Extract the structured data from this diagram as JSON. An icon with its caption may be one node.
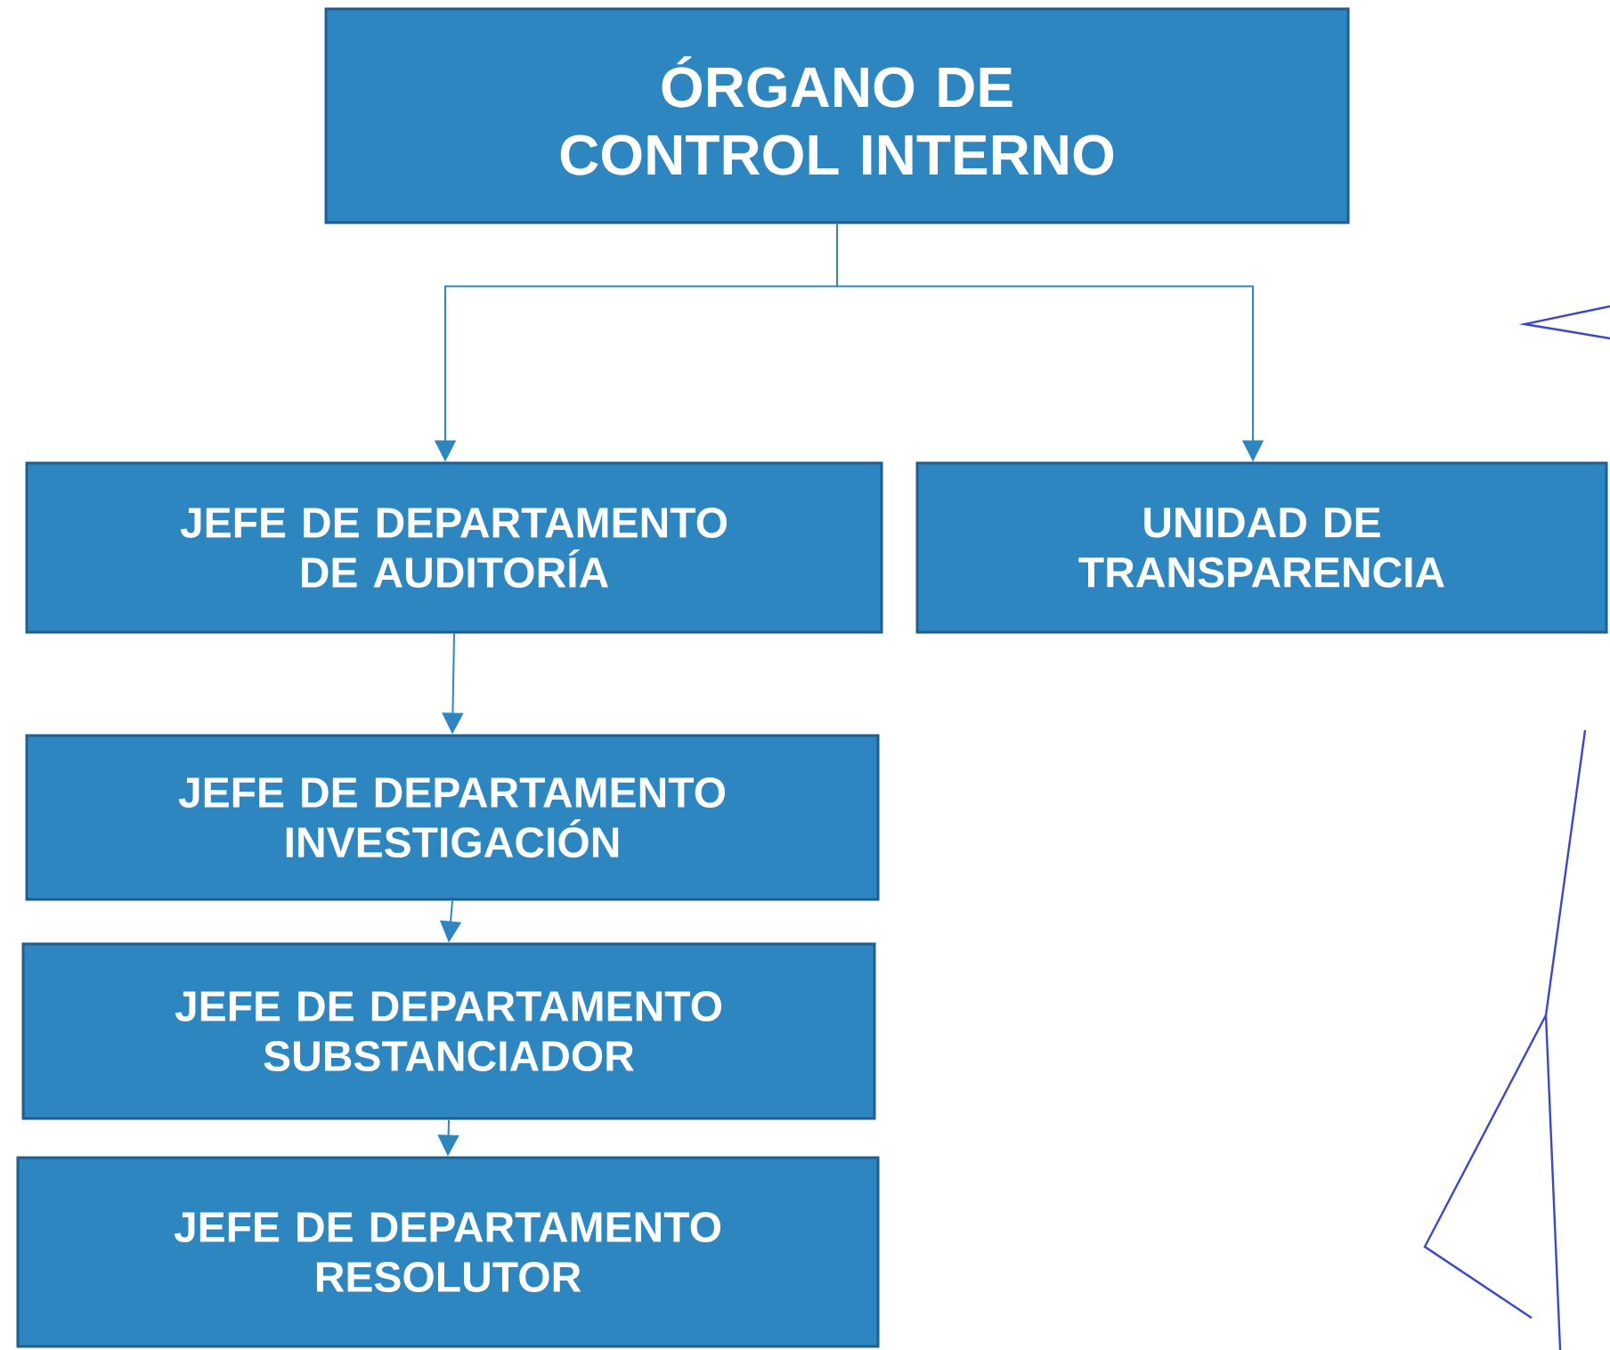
{
  "diagram": {
    "nodes": [
      {
        "text": [
          "ÓRGANO DE CONTROL INTERNO"
        ]
      },
      {
        "text": [
          "JEFE DE DEPARTAMENTO DE AUDITORÍA"
        ]
      },
      {
        "text": [
          "UNIDAD DE TRANSPARENCIA"
        ]
      },
      {
        "text": [
          "JEFE DE DEPARTAMENTO INVESTIGACIÓN"
        ]
      },
      {
        "text": [
          "JEFE DE DEPARTAMENTO SUBSTANCIADOR"
        ]
      },
      {
        "text": [
          "JEFE DE DEPARTAMENTO RESOLUTOR"
        ]
      }
    ],
    "edges": [
      {
        "from": 0,
        "to": 1,
        "arrow": "to"
      },
      {
        "from": 0,
        "to": 2,
        "arrow": "to"
      },
      {
        "from": 1,
        "to": 3,
        "arrow": "to"
      },
      {
        "from": 3,
        "to": 4,
        "arrow": "to"
      },
      {
        "from": 4,
        "to": 5,
        "arrow": "to"
      }
    ]
  }
}
